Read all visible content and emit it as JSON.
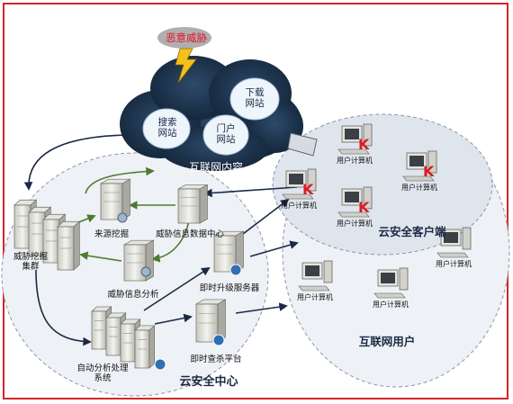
{
  "colors": {
    "frame": "#d9232a",
    "cloud_dark": "#1f3550",
    "cloud_light": "#eef5fb",
    "zone_fill": "#e9edf2",
    "zone_border": "#8a96a6",
    "arrow_dark": "#1b2a44",
    "arrow_green": "#4f7a2d",
    "threat_text": "#e8102a",
    "lightning": "#f2c21b",
    "client_mark": "#d81c24"
  },
  "cloud": {
    "threat_label": "恶意威胁",
    "download_label": "下载\n网站",
    "search_label": "搜索\n网站",
    "portal_label": "门户\n网站",
    "content_label": "互联网内容"
  },
  "security_center": {
    "title": "云安全中心",
    "threat_mining_cluster": "威胁挖掘\n集群",
    "source_mining": "来源挖掘",
    "threat_info_center": "威胁信息数据中心",
    "threat_analysis": "威胁信息分析",
    "upgrade_server": "即时升级服务器",
    "scan_platform": "即时查杀平台",
    "auto_analysis": "自动分析处理\n系统"
  },
  "client_zone": {
    "title": "云安全客户端",
    "computer_label": "用户计算机"
  },
  "internet_users": {
    "title": "互联网用户",
    "computer_label": "用户计算机"
  }
}
